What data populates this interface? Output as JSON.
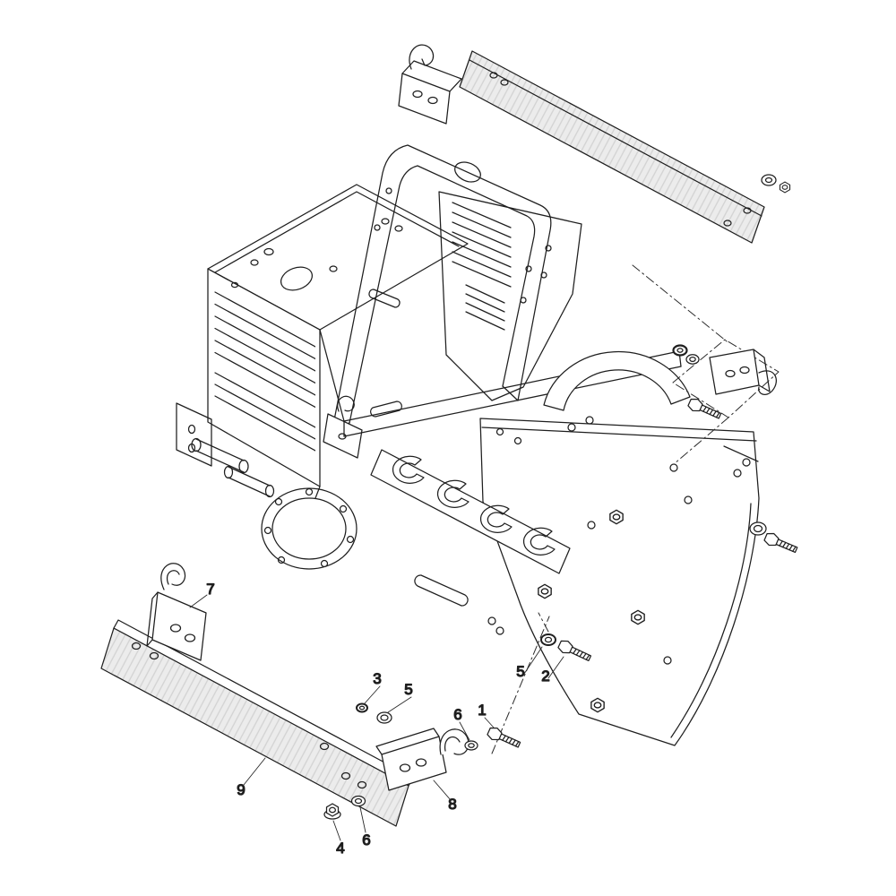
{
  "diagram": {
    "type": "exploded-parts-diagram",
    "callouts": {
      "c1": "1",
      "c2": "2",
      "c3": "3",
      "c4": "4",
      "c5a": "5",
      "c5b": "5",
      "c6a": "6",
      "c6b": "6",
      "c7": "7",
      "c8": "8",
      "c9": "9"
    },
    "colors": {
      "line": "#1f1f1f",
      "plate_fill": "#ececec",
      "hatch_line": "#d2d2d2",
      "background": "#ffffff",
      "label": "#111111"
    }
  }
}
